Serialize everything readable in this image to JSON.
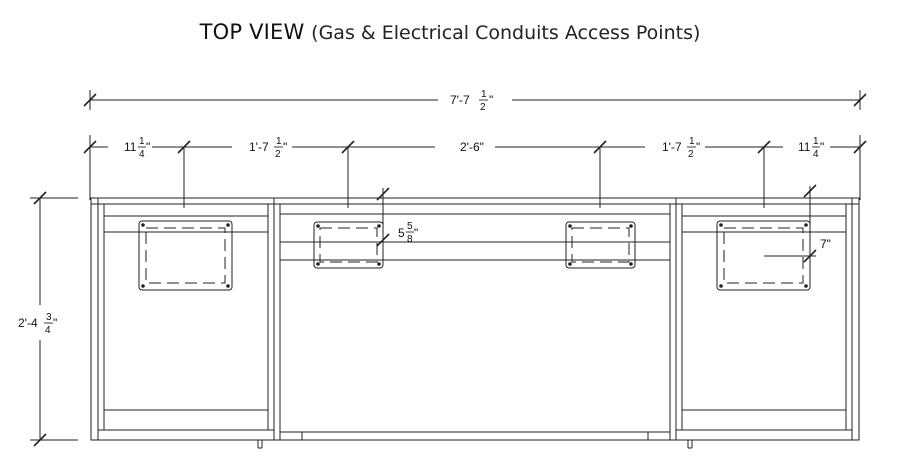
{
  "title": {
    "main": "TOP VIEW",
    "sub": "(Gas & Electrical Conduits Access Points)"
  },
  "dimensions": {
    "overall_width": {
      "whole": "7'-7",
      "num": "1",
      "den": "2",
      "unit": "\""
    },
    "segments": [
      {
        "whole": "11",
        "num": "1",
        "den": "4",
        "unit": "\""
      },
      {
        "whole": "1'-7",
        "num": "1",
        "den": "2",
        "unit": "\""
      },
      {
        "whole": "2'-6\"",
        "num": "",
        "den": "",
        "unit": ""
      },
      {
        "whole": "1'-7",
        "num": "1",
        "den": "2",
        "unit": "\""
      },
      {
        "whole": "11",
        "num": "1",
        "den": "4",
        "unit": "\""
      }
    ],
    "depth": {
      "whole": "2'-4",
      "num": "3",
      "den": "4",
      "unit": "\""
    },
    "access_offset": {
      "whole": "5",
      "num": "5",
      "den": "8",
      "unit": "\""
    },
    "right_offset": {
      "whole": "7\"",
      "num": "",
      "den": "",
      "unit": ""
    }
  }
}
